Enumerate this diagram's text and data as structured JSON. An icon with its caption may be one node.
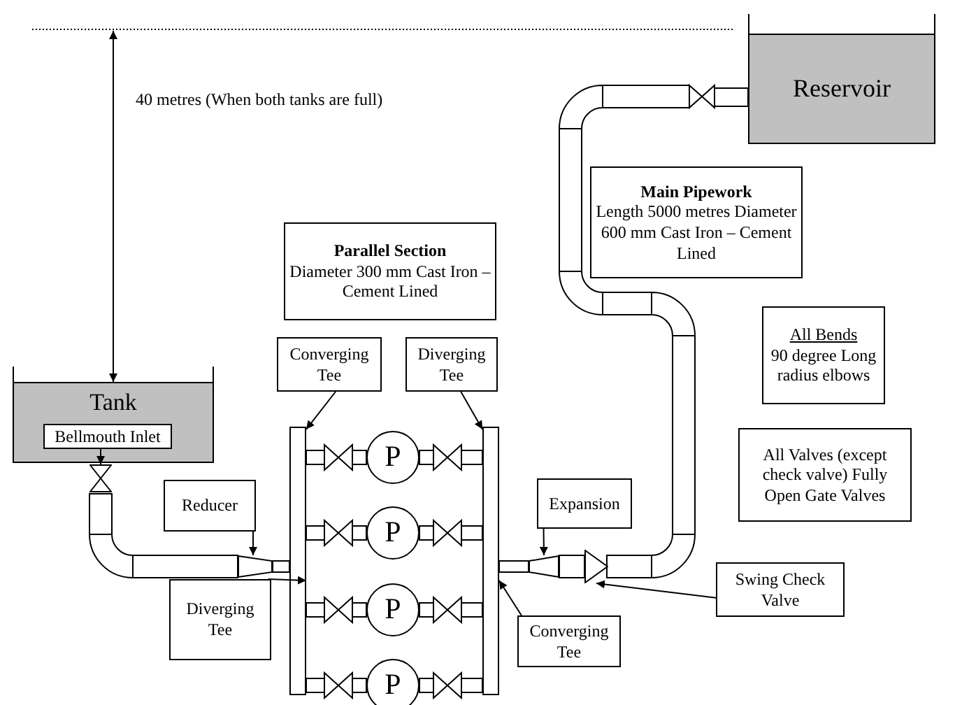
{
  "diagram": {
    "nodes": [
      {
        "text": [
          "Reservoir"
        ]
      },
      {
        "text": [
          "Main Pipework",
          "Length 5000 metres Diameter 600 mm Cast Iron – Cement Lined"
        ]
      },
      {
        "text": [
          "Parallel Section",
          "Diameter 300 mm Cast Iron – Cement Lined"
        ]
      },
      {
        "text": [
          "All Bends",
          "90 degree Long radius elbows"
        ]
      },
      {
        "text": [
          "Converging Tee"
        ]
      },
      {
        "text": [
          "Diverging Tee"
        ]
      },
      {
        "text": [
          "Tank"
        ]
      },
      {
        "text": [
          "Bellmouth Inlet"
        ],
        "in": 6
      },
      {
        "text": [
          "P"
        ]
      },
      {
        "text": [
          "All Valves (except check valve) Fully Open Gate Valves"
        ]
      },
      {
        "text": [
          "Reducer"
        ]
      },
      {
        "text": [
          "Expansion"
        ]
      },
      {
        "text": [
          "P"
        ]
      },
      {
        "text": [
          "P"
        ]
      },
      {
        "text": [
          "Swing Check Valve"
        ]
      },
      {
        "text": [
          "Diverging Tee"
        ]
      },
      {
        "text": [
          "Converging Tee"
        ]
      },
      {
        "text": [
          "P"
        ]
      },
      {
        "text": [],
        "shape": "triangle"
      },
      {
        "text": [],
        "shape": "trapezoid"
      },
      {
        "text": [],
        "shape": "trapezoid"
      },
      {
        "text": [],
        "shape": "bar"
      },
      {
        "text": [],
        "shape": "bar"
      },
      {
        "text": [],
        "shape": "valve"
      }
    ],
    "edges": [
      {
        "from": 4,
        "to": 21,
        "arrow": "to"
      },
      {
        "from": 5,
        "to": 22,
        "arrow": "to"
      },
      {
        "from": 7,
        "to": 23,
        "arrow": "to"
      },
      {
        "from": 10,
        "to": 19,
        "arrow": "to"
      },
      {
        "from": 11,
        "to": 20,
        "arrow": "to"
      },
      {
        "from": 14,
        "to": 18,
        "arrow": "to"
      },
      {
        "from": 15,
        "to": 21,
        "arrow": "to"
      },
      {
        "from": 16,
        "to": 22,
        "arrow": "to"
      }
    ],
    "labels": [
      "40 metres (When both tanks are full)"
    ]
  }
}
